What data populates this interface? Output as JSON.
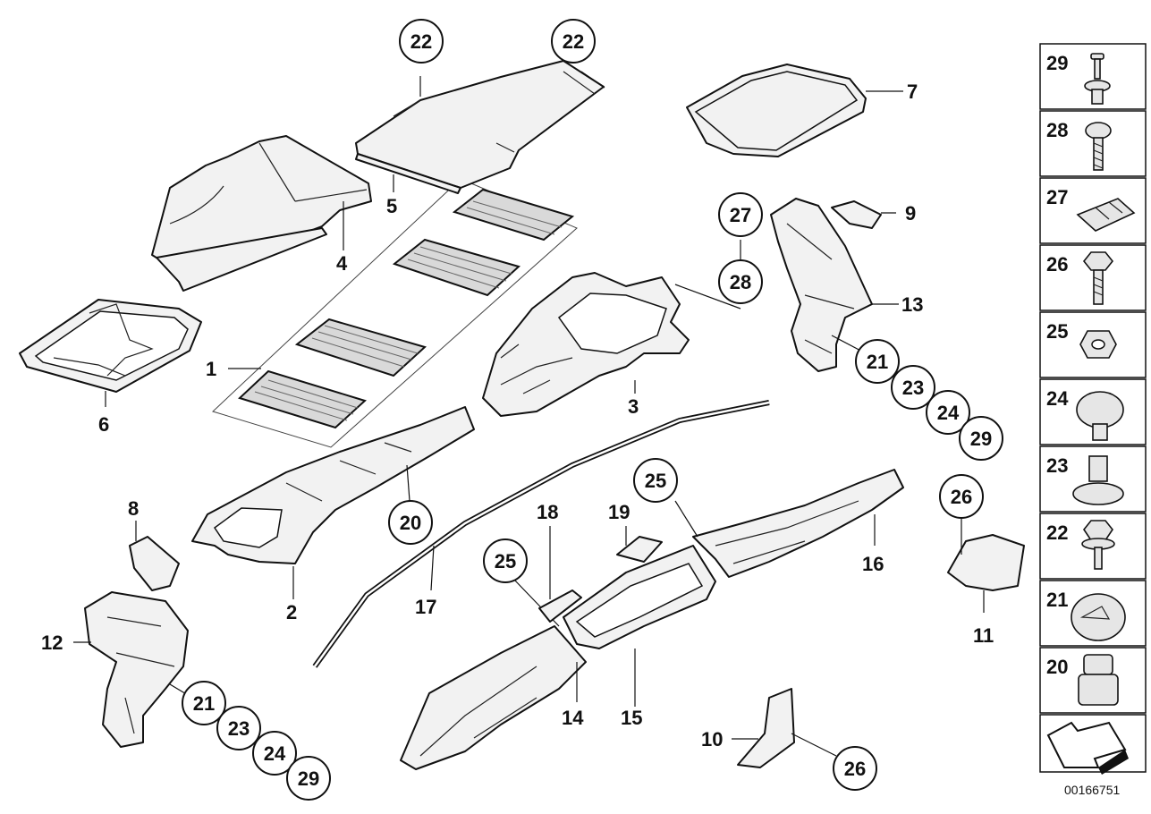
{
  "diagram": {
    "labels": [
      "1",
      "2",
      "3",
      "4",
      "5",
      "6",
      "7",
      "8",
      "9",
      "10",
      "11",
      "12",
      "13",
      "14",
      "15",
      "16",
      "17",
      "18",
      "19",
      "20"
    ],
    "callouts_top": [
      "22",
      "22"
    ],
    "callouts_right": [
      "27",
      "28",
      "21",
      "23",
      "24",
      "29"
    ],
    "callouts_left": [
      "21",
      "23",
      "24",
      "29"
    ],
    "callouts_mid": [
      "20",
      "25",
      "25",
      "26",
      "26"
    ],
    "side_panel": [
      "29",
      "28",
      "27",
      "26",
      "25",
      "24",
      "23",
      "22",
      "21",
      "20"
    ],
    "document_id": "00166751"
  },
  "icons": [
    "arrow-icon",
    "screw-icon",
    "nut-icon",
    "clip-icon",
    "rivet-icon",
    "grommet-icon"
  ]
}
